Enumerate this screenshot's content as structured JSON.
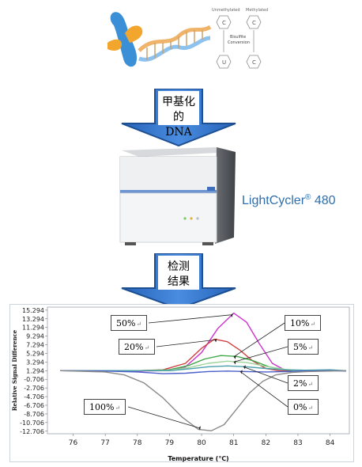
{
  "illustration": {
    "label_unmethylated": "Unmethylated",
    "label_methylated": "Methylated",
    "label_conversion": "Bisulfite\nConversion",
    "bases": [
      "C",
      "C",
      "U",
      "C"
    ]
  },
  "arrow1": {
    "line1": "甲基化",
    "line2": "的 DNA"
  },
  "instrument": {
    "name": "LightCycler",
    "reg": "®",
    "model": "480"
  },
  "arrow2": {
    "line1": "检测",
    "line2": "结果"
  },
  "colors": {
    "arrow_fill": "#2f72c4",
    "arrow_edge": "#1d4f92",
    "text_blue": "#2f6fae"
  },
  "chart_data": {
    "type": "line",
    "xlabel": "Temperature (℃)",
    "ylabel": "Relative Signal Difference",
    "x_ticks": [
      "76",
      "77",
      "78",
      "79",
      "80",
      "81",
      "82",
      "83",
      "84"
    ],
    "y_ticks": [
      "15.294",
      "13.294",
      "11.294",
      "9.294",
      "7.294",
      "5.294",
      "3.294",
      "1.294",
      "-0.706",
      "-2.706",
      "-4.706",
      "-6.706",
      "-8.706",
      "-10.706",
      "-12.706"
    ],
    "xlim": [
      75.2,
      84.6
    ],
    "ylim": [
      -13.3,
      16.0
    ],
    "legend_position": "none",
    "series": [
      {
        "name": "50%",
        "color": "#cc33cc",
        "x": [
          75.6,
          77,
          78,
          78.8,
          79.5,
          80.0,
          80.5,
          81.0,
          81.4,
          81.8,
          82.2,
          82.6,
          83,
          84,
          84.5
        ],
        "y": [
          1.3,
          1.3,
          1.2,
          1.3,
          2.2,
          5.5,
          11.0,
          14.6,
          12.5,
          7.5,
          3.0,
          1.4,
          1.2,
          1.3,
          1.3
        ]
      },
      {
        "name": "20%",
        "color": "#d04040",
        "x": [
          75.6,
          77,
          78,
          78.8,
          79.5,
          80.0,
          80.4,
          80.8,
          81.2,
          81.6,
          82.0,
          82.4,
          83,
          84,
          84.5
        ],
        "y": [
          1.3,
          1.3,
          1.3,
          1.5,
          3.0,
          6.5,
          8.6,
          8.0,
          6.0,
          3.5,
          1.8,
          1.3,
          1.2,
          1.3,
          1.3
        ]
      },
      {
        "name": "10%",
        "color": "#3fa84a",
        "x": [
          75.6,
          77,
          78,
          79,
          79.6,
          80.1,
          80.6,
          81.1,
          81.6,
          82.1,
          82.6,
          83,
          84,
          84.5
        ],
        "y": [
          1.3,
          1.3,
          1.3,
          1.5,
          2.5,
          4.0,
          4.8,
          4.6,
          3.6,
          2.2,
          1.5,
          1.3,
          1.3,
          1.3
        ]
      },
      {
        "name": "5%",
        "color": "#9ed39a",
        "x": [
          75.6,
          77,
          78,
          79,
          79.6,
          80.2,
          80.8,
          81.4,
          82.0,
          82.6,
          83,
          84,
          84.5
        ],
        "y": [
          1.3,
          1.3,
          1.3,
          1.4,
          2.0,
          3.0,
          3.5,
          3.2,
          2.3,
          1.6,
          1.3,
          1.3,
          1.3
        ]
      },
      {
        "name": "2%",
        "color": "#4aa0a8",
        "x": [
          75.6,
          77,
          78,
          79,
          79.6,
          80.2,
          80.8,
          81.4,
          82.0,
          82.6,
          83.2,
          84,
          84.5
        ],
        "y": [
          1.3,
          1.3,
          1.3,
          1.3,
          1.7,
          2.2,
          2.4,
          2.2,
          1.8,
          1.5,
          1.4,
          1.5,
          1.3
        ]
      },
      {
        "name": "0%",
        "color": "#4a5fc9",
        "x": [
          75.6,
          77,
          78,
          78.8,
          79.5,
          80.2,
          80.8,
          81.4,
          82.0,
          82.6,
          83.2,
          84,
          84.5
        ],
        "y": [
          1.3,
          1.2,
          1.0,
          0.6,
          0.7,
          1.1,
          1.2,
          1.1,
          1.0,
          1.1,
          1.2,
          1.3,
          1.2
        ]
      },
      {
        "name": "100%",
        "color": "#8a8a8a",
        "x": [
          75.6,
          77,
          77.6,
          78.2,
          78.8,
          79.4,
          79.9,
          80.3,
          80.7,
          81.1,
          81.5,
          81.9,
          82.3,
          82.8,
          83.3,
          84,
          84.5
        ],
        "y": [
          1.3,
          1.0,
          0.3,
          -1.5,
          -5.0,
          -9.5,
          -12.3,
          -12.6,
          -11.2,
          -7.5,
          -3.8,
          -1.2,
          0.3,
          0.9,
          1.1,
          1.2,
          1.3
        ]
      }
    ],
    "callouts": [
      {
        "text": "50%",
        "target_series": "50%"
      },
      {
        "text": "20%",
        "target_series": "20%"
      },
      {
        "text": "100%",
        "target_series": "100%"
      },
      {
        "text": "10%",
        "target_series": "10%"
      },
      {
        "text": "5%",
        "target_series": "5%"
      },
      {
        "text": "2%",
        "target_series": "2%"
      },
      {
        "text": "0%",
        "target_series": "0%"
      }
    ]
  }
}
